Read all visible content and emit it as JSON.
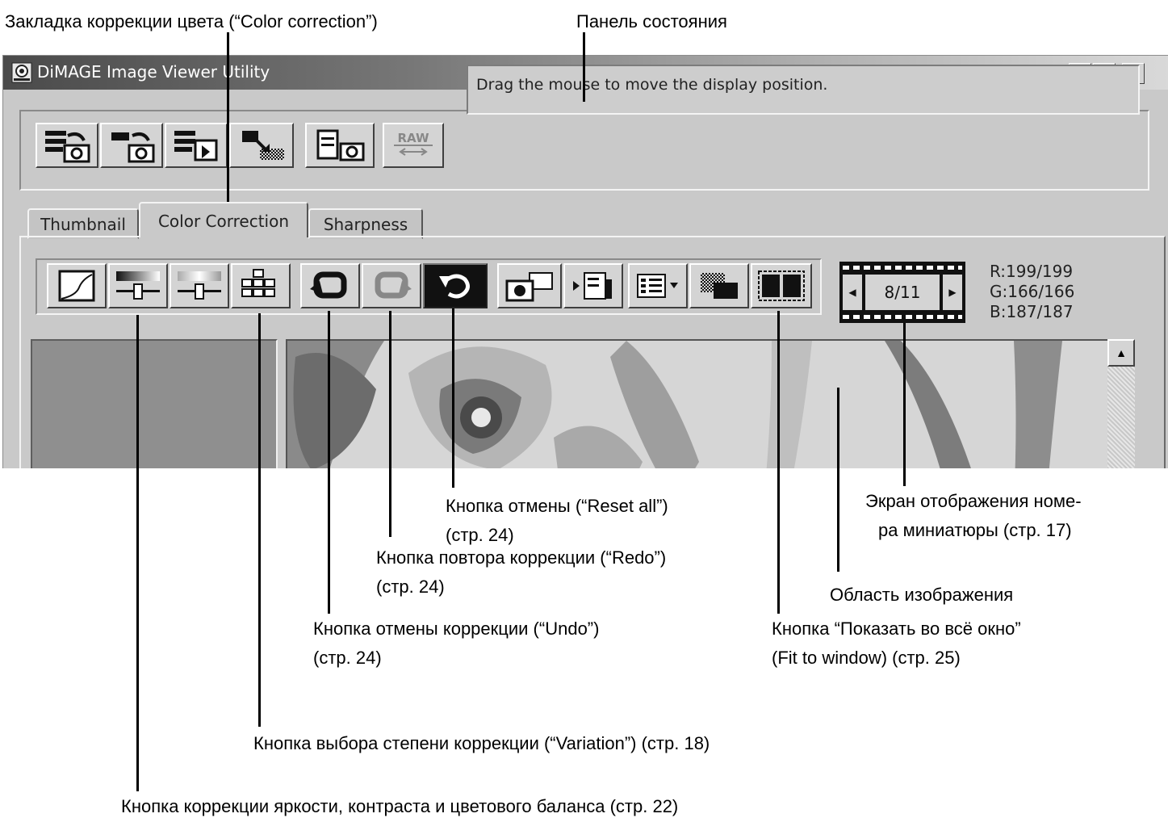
{
  "window": {
    "title": "DiMAGE Image Viewer Utility",
    "controls": {
      "minimize": "_",
      "maximize": "□",
      "close": "X"
    }
  },
  "status_bar": {
    "text": "Drag the mouse to move the display position."
  },
  "tabs": [
    {
      "label": "Thumbnail",
      "active": false
    },
    {
      "label": "Color Correction",
      "active": true
    },
    {
      "label": "Sharpness",
      "active": false
    }
  ],
  "toolbar_top": {
    "raw_button": "RAW",
    "icons": [
      "thumbnail-camera-icon",
      "single-camera-icon",
      "multi-save-icon",
      "export-icon",
      "document-camera-icon",
      "raw-icon"
    ]
  },
  "correction_toolbar": {
    "icons": [
      "tone-curve-icon",
      "brightness-contrast-slider-icon",
      "color-balance-slider-icon",
      "variation-grid-icon",
      "undo-icon",
      "redo-icon",
      "reset-all-icon",
      "camera-copy-icon",
      "apply-to-image-icon",
      "list-menu-icon",
      "compare-icon",
      "fit-to-window-icon"
    ]
  },
  "navigator": {
    "counter": "8/11",
    "prev": "◀",
    "next": "▶"
  },
  "pixel_readout": {
    "r": "R:199/199",
    "g": "G:166/166",
    "b": "B:187/187"
  },
  "scrollbar": {
    "up": "▲"
  },
  "annotations": {
    "color_tab": "Закладка коррекции цвета (“Color correction”)",
    "status_panel": "Панель состояния",
    "reset_all_1": "Кнопка отмены (“Reset all”)",
    "reset_all_2": "(стр. 24)",
    "redo_1": "Кнопка повтора коррекции (“Redo”)",
    "redo_2": "(стр. 24)",
    "undo_1": "Кнопка отмены коррекции (“Undo”)",
    "undo_2": "(стр. 24)",
    "variation": "Кнопка выбора степени коррекции (“Variation”) (стр. 18)",
    "brightness": "Кнопка коррекции яркости, контраста и цветового баланса (стр. 22)",
    "frame_counter_1": "Экран отображения номе-",
    "frame_counter_2": "ра миниатюры (стр. 17)",
    "image_area": "Область изображения",
    "fit_window_1": "Кнопка “Показать во всё окно”",
    "fit_window_2": "(Fit to window) (стр. 25)"
  },
  "colors": {
    "window_bg": "#c9c9c9",
    "reset_button": "#111111",
    "status_bg": "#cdcdcd"
  }
}
